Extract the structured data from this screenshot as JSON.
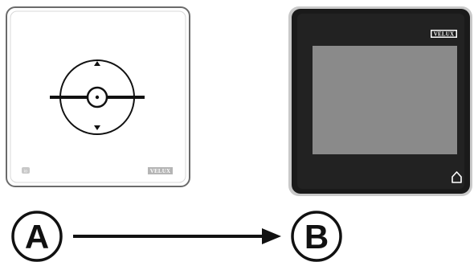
{
  "device_a": {
    "brand": "VELUX",
    "indicator_label": "io"
  },
  "device_b": {
    "brand": "VELUX",
    "home_icon": "home-icon"
  },
  "labels": {
    "from": "A",
    "to": "B"
  },
  "colors": {
    "panel_a_bg": "#ffffff",
    "panel_b_bg": "#1a1a1a",
    "screen": "#8a8a8a",
    "stroke": "#111111"
  }
}
